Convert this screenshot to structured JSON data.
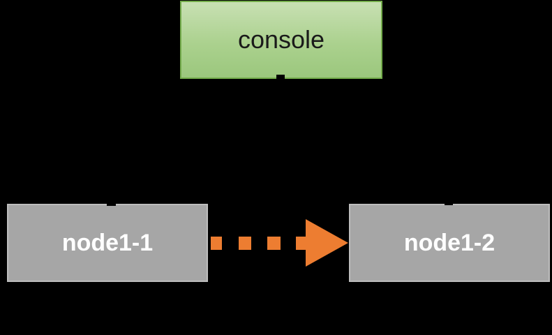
{
  "diagram": {
    "background_color": "#000000",
    "nodes": [
      {
        "id": "console",
        "label": "console",
        "shape": "rectangle",
        "fill": "#abd18e",
        "border_color": "#74ad4b",
        "text_color": "#000000"
      },
      {
        "id": "node1-1",
        "label": "node1-1",
        "shape": "rectangle",
        "fill": "#a6a6a6",
        "border_color": "#bdbdbd",
        "text_color": "#ffffff"
      },
      {
        "id": "node1-2",
        "label": "node1-2",
        "shape": "rectangle",
        "fill": "#a6a6a6",
        "border_color": "#bdbdbd",
        "text_color": "#ffffff"
      }
    ],
    "edges": [
      {
        "from": "node1-1",
        "to": "node1-2",
        "style": "dashed",
        "direction": "right",
        "color": "#ed7d31"
      }
    ]
  }
}
